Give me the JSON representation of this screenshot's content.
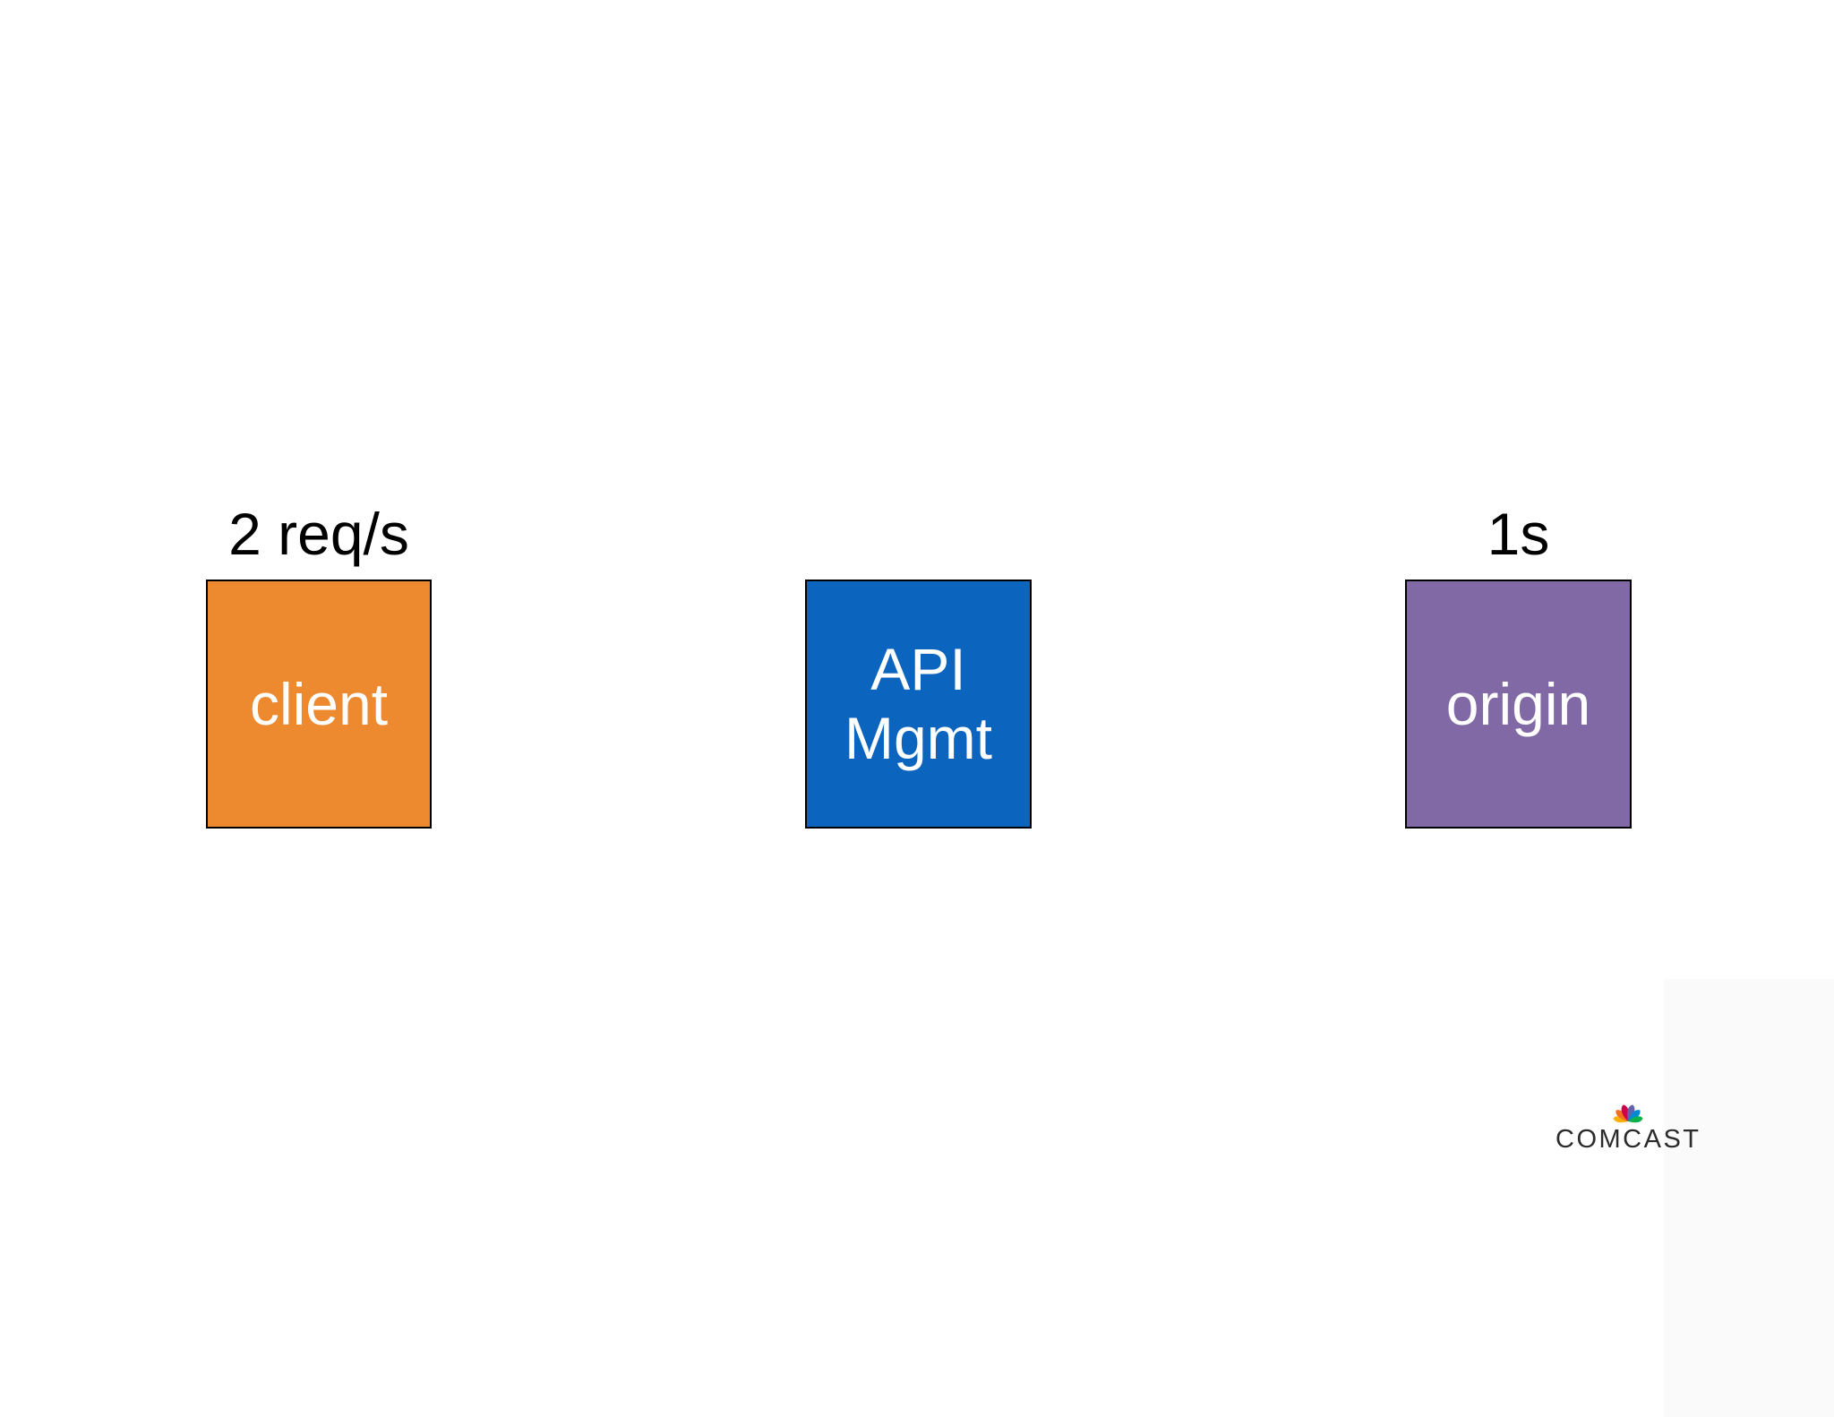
{
  "canvas": {
    "background": "#ffffff"
  },
  "annotations": {
    "client_rate": "2 req/s",
    "origin_latency": "1s"
  },
  "node_text_color": "#ffffff",
  "nodes": {
    "client": {
      "label": "client",
      "fill": "#ED8A2F",
      "border": "#000000"
    },
    "api_mgmt": {
      "line1": "API",
      "line2": "Mgmt",
      "fill": "#0B64BE",
      "border": "#000000"
    },
    "origin": {
      "label": "origin",
      "fill": "#8069A4",
      "border": "#000000"
    }
  },
  "logo": {
    "wordmark": "COMCAST",
    "wordmark_color": "#2b2b2b",
    "peacock_feathers": [
      {
        "name": "yellow",
        "color": "#F9B20D"
      },
      {
        "name": "orange",
        "color": "#F37021"
      },
      {
        "name": "red",
        "color": "#CC004C"
      },
      {
        "name": "purple",
        "color": "#6460AA"
      },
      {
        "name": "blue",
        "color": "#0089D0"
      },
      {
        "name": "green",
        "color": "#0DB14B"
      }
    ]
  }
}
